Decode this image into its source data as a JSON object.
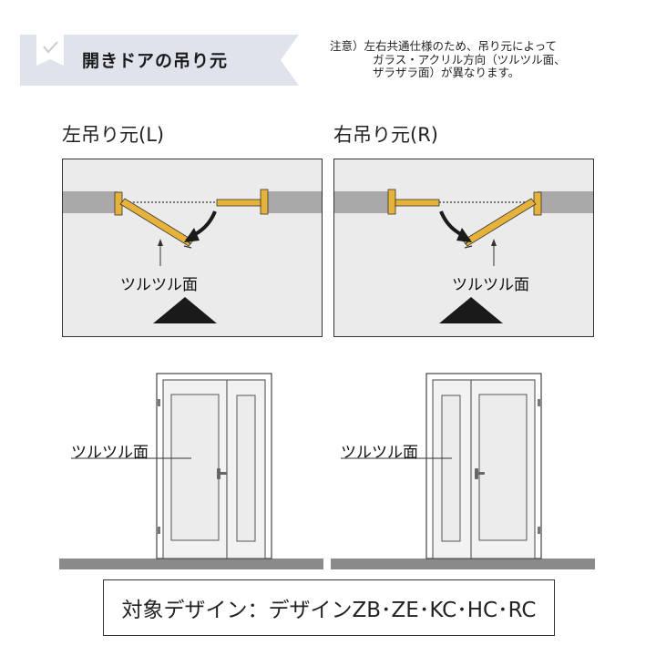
{
  "header": {
    "title": "開きドアの吊り元",
    "note_line1": "注意）左右共通仕様のため、吊り元によって",
    "note_line2": "ガラス・アクリル方向（ツルツル面、",
    "note_line3": "ザラザラ面）が異なります。"
  },
  "left_panel": {
    "title": "左吊り元(L)",
    "plan_label": "ツルツル面",
    "elevation_label": "ツルツル面"
  },
  "right_panel": {
    "title": "右吊り元(R)",
    "plan_label": "ツルツル面",
    "elevation_label": "ツルツル面"
  },
  "caption": "対象デザイン：デザインZB･ZE･KC･HC･RC",
  "colors": {
    "banner_bg": "#dfe3ec",
    "wall": "#a9a9a9",
    "door_leaf": "#e6b23a",
    "panel_bg": "#ebebeb",
    "floor": "#8a8a8a"
  },
  "icons": {
    "banner": "check-icon",
    "direction": "viewing-direction-triangle-icon",
    "swing": "swing-arrow-icon"
  }
}
